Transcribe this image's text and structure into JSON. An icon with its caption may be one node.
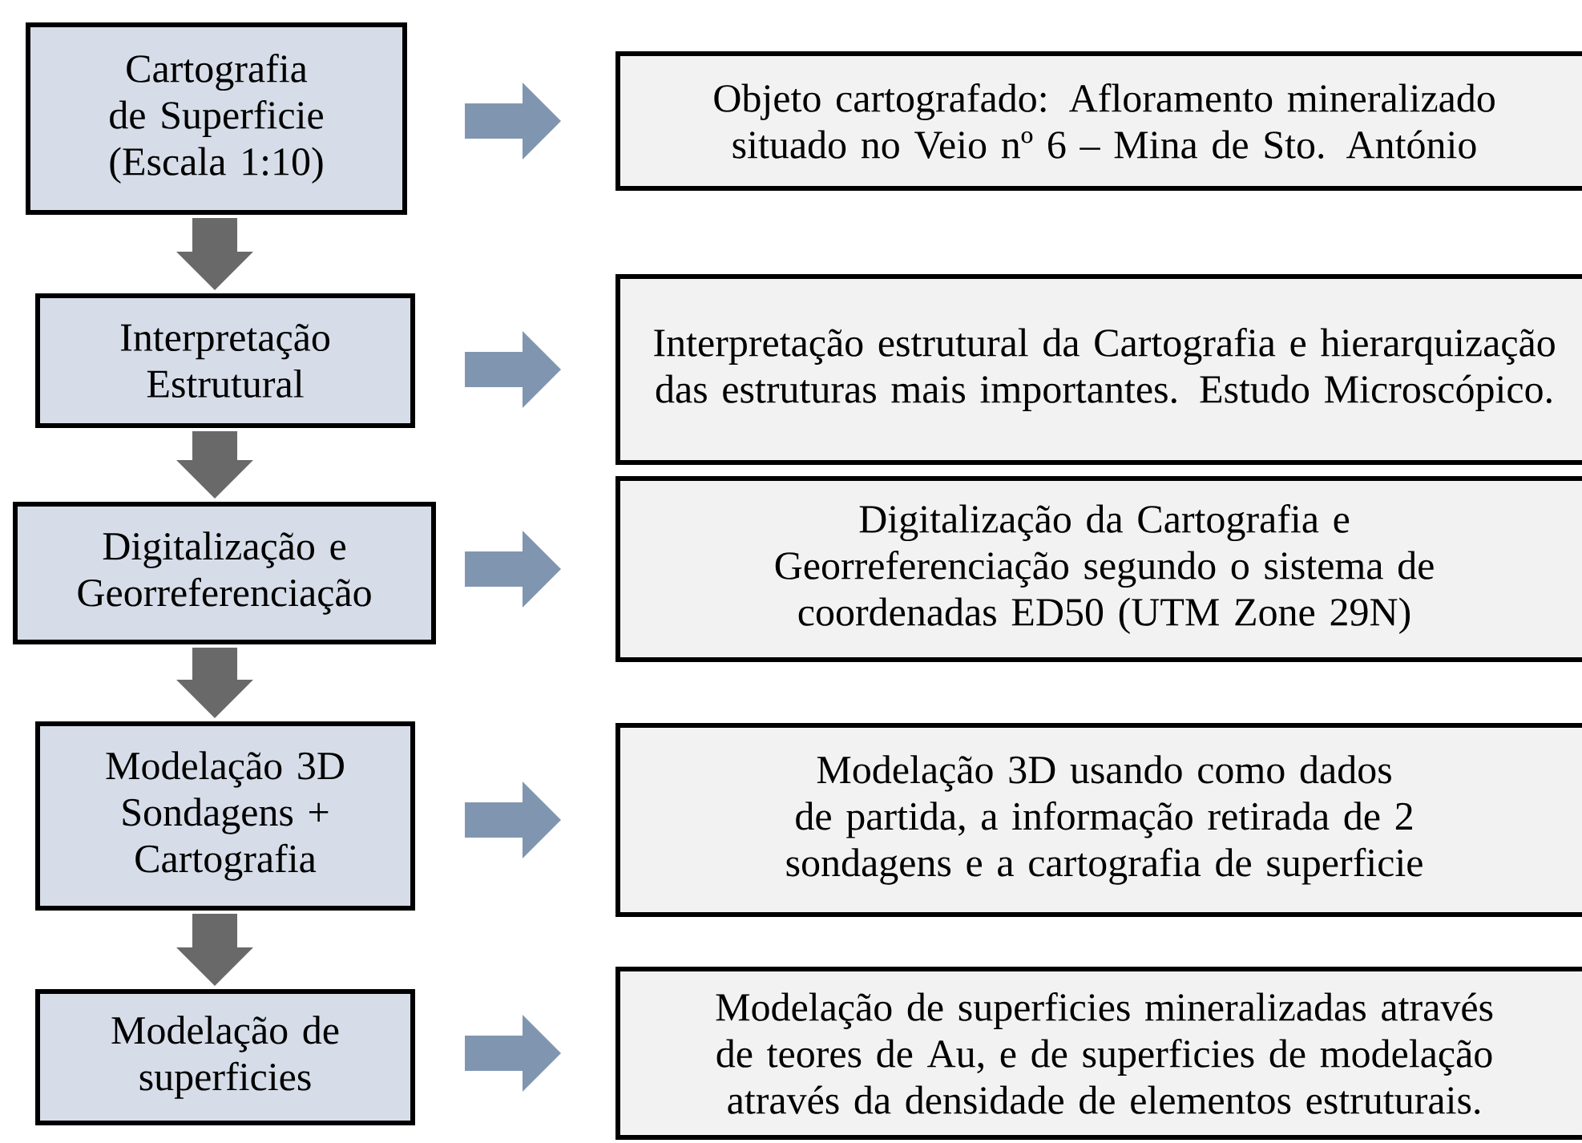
{
  "diagram": {
    "nodes": [
      {
        "text": [
          "Cartografia de Superficie (Escala 1:10)"
        ]
      },
      {
        "text": [
          "Interpretação Estrutural"
        ]
      },
      {
        "text": [
          "Digitalização e Georreferenciação"
        ]
      },
      {
        "text": [
          "Modelação 3D Sondagens + Cartografia"
        ]
      },
      {
        "text": [
          "Modelação de superficies"
        ]
      },
      {
        "text": [
          "Objeto cartografado: Afloramento mineralizado situado no Veio nº 6 – Mina de Sto. António"
        ]
      },
      {
        "text": [
          "Interpretação estrutural da Cartografia e hierarquização das estruturas mais importantes. Estudo Microscópico."
        ]
      },
      {
        "text": [
          "Digitalização da Cartografia e Georreferenciação segundo o sistema de coordenadas ED50 (UTM Zone 29N)"
        ]
      },
      {
        "text": [
          "Modelação 3D usando como dados de partida, a informação retirada de 2 sondagens e a cartografia de superficie"
        ]
      },
      {
        "text": [
          "Modelação de superficies mineralizadas através de teores de Au, e de superficies de modelação através da densidade de elementos estruturais."
        ]
      }
    ],
    "edges": [
      {
        "from": 0,
        "to": 1,
        "arrow": "to",
        "color": "#696969"
      },
      {
        "from": 1,
        "to": 2,
        "arrow": "to",
        "color": "#696969"
      },
      {
        "from": 2,
        "to": 3,
        "arrow": "to",
        "color": "#696969"
      },
      {
        "from": 3,
        "to": 4,
        "arrow": "to",
        "color": "#696969"
      },
      {
        "from": 0,
        "to": 5,
        "arrow": "to"
      },
      {
        "from": 1,
        "to": 6,
        "arrow": "to"
      },
      {
        "from": 2,
        "to": 7,
        "arrow": "to"
      },
      {
        "from": 3,
        "to": 8,
        "arrow": "to"
      },
      {
        "from": 4,
        "to": 9,
        "arrow": "to"
      }
    ]
  }
}
